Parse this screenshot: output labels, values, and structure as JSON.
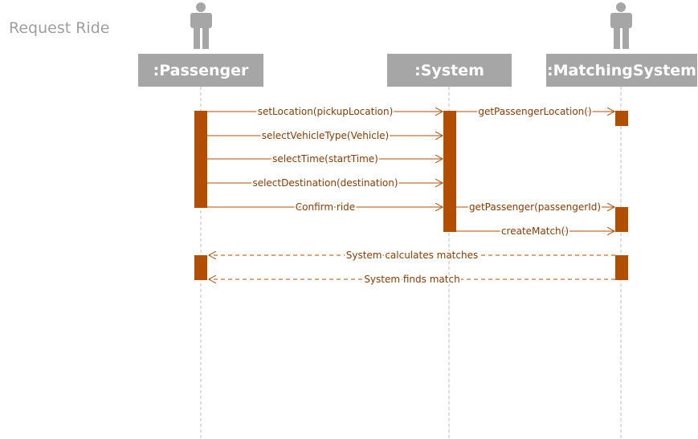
{
  "diagram": {
    "title": "Request Ride",
    "participants": [
      ":Passenger",
      ":System",
      ":MatchingSystem"
    ],
    "messages": [
      "setLocation(pickupLocation)",
      "selectVehicleType(Vehicle)",
      "selectTime(startTime)",
      "selectDestination(destination)",
      "Confirm ride",
      "getPassengerLocation()",
      "getPassenger(passengerId)",
      "createMatch()",
      "System calculates matches",
      "System finds match"
    ],
    "colors": {
      "accent": "#b24e00",
      "header": "#a6a6a6",
      "lifeline": "#bdbdbd"
    }
  }
}
